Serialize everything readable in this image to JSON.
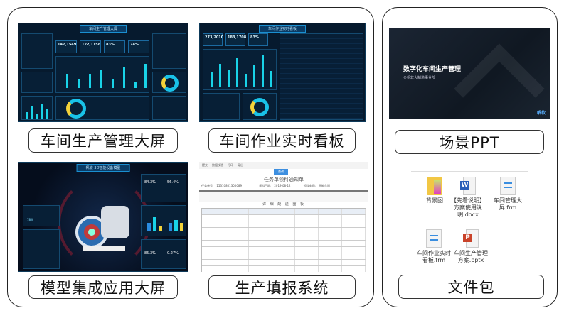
{
  "left_panel": {
    "items": [
      {
        "label": "车间生产管理大屏",
        "thumb_title": "车间生产管理大屏",
        "stats": [
          "147,1549",
          "122,1158",
          "83%",
          "74%"
        ]
      },
      {
        "label": "车间作业实时看板",
        "thumb_title": "车间作业实时看板",
        "stats": [
          "273,2010",
          "183,1708",
          "83%"
        ]
      },
      {
        "label": "模型集成应用大屏",
        "thumb_title": "帆软-3D智能设备模型",
        "stats": [
          "84.3%",
          "56.4%",
          "85.3%",
          "0.27%",
          "78%"
        ]
      },
      {
        "label": "生产填报系统",
        "form": {
          "toolbar": [
            "提交",
            "数据校验",
            "打印",
            "导出"
          ],
          "title": "任务单领料通知单",
          "task_no_label": "任务单号:",
          "task_no": "15310801300089",
          "date_label": "领料日期:",
          "date": "2019-08-12",
          "workshop_label": "领料车间:",
          "workshop": "智能车间",
          "section_title": "详 细 配 送 面 板",
          "query_button": "查询"
        }
      }
    ]
  },
  "right_panel": {
    "ppt": {
      "label": "场景PPT",
      "slide_title": "数字化车间生产管理",
      "slide_subtitle": "©帆软大制造事业部",
      "logo_text": "帆软"
    },
    "files": {
      "label": "文件包",
      "items": [
        {
          "name": "背景图",
          "icon": "folder-icon"
        },
        {
          "name": "【先看说明】方案使用说明.docx",
          "icon": "word-icon"
        },
        {
          "name": "车间管理大屏.frm",
          "icon": "form-file-icon"
        },
        {
          "name": "车间作业实时看板.frm",
          "icon": "form-file-icon"
        },
        {
          "name": "车间生产管理方案.pptx",
          "icon": "powerpoint-icon"
        }
      ]
    }
  }
}
